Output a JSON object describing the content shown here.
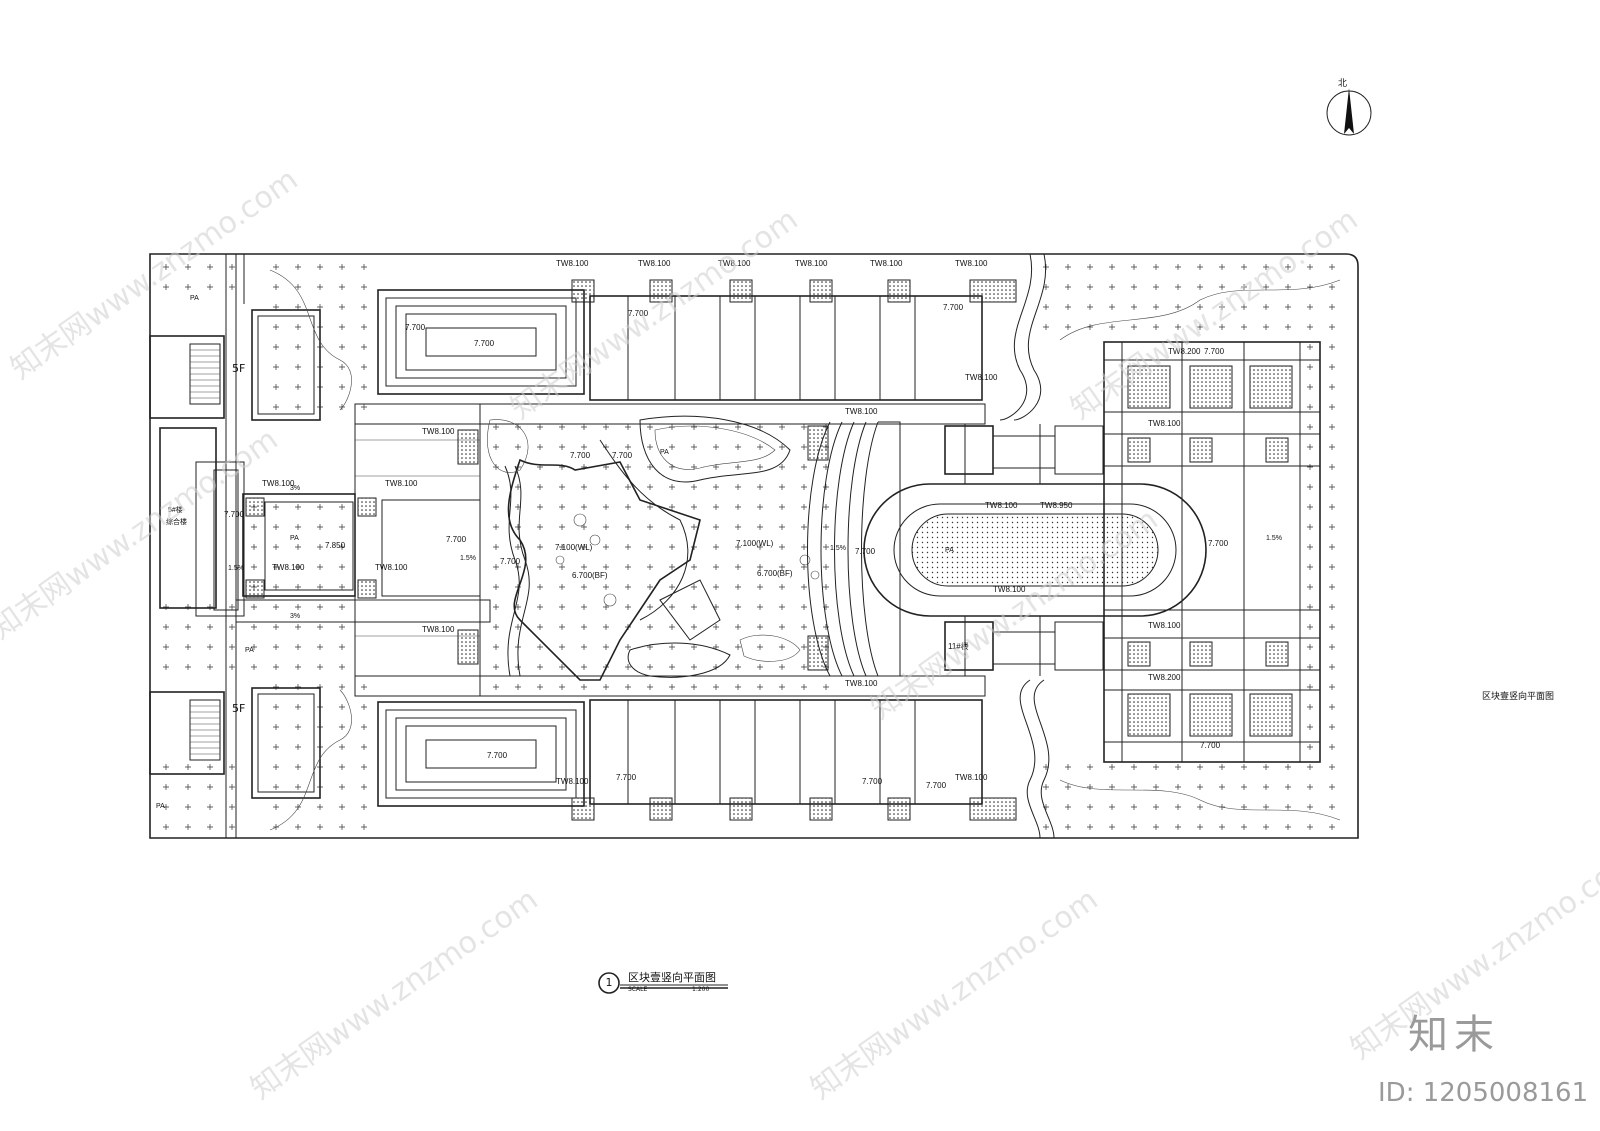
{
  "title_block": {
    "number": "1",
    "title": "区块壹竖向平面图",
    "scale_label": "SCALE",
    "scale_value": "1:200"
  },
  "side_caption": "区块壹竖向平面图",
  "north_label": "北",
  "watermark_text": "知末网www.znzmo.com",
  "brand": {
    "logo_text": "知末",
    "id_text": "ID: 1205008161"
  },
  "buildings": {
    "floors_label": "5F",
    "building_name": "5#楼",
    "building_sub": "综合楼",
    "building_11": "11#楼"
  },
  "labels": {
    "tw8100": "TW8.100",
    "tw8200": "TW8.200",
    "tw8950": "TW8.950",
    "e7700": "7.700",
    "e7850": "7.850",
    "e7100wl": "7.100(WL)",
    "e6700bf": "6.700(BF)",
    "slope15": "1.5%",
    "slope3": "3%",
    "pa": "PA"
  },
  "colors": {
    "line": "#222222",
    "watermark": "#cfcfcf",
    "brand": "#9a9a9a"
  }
}
